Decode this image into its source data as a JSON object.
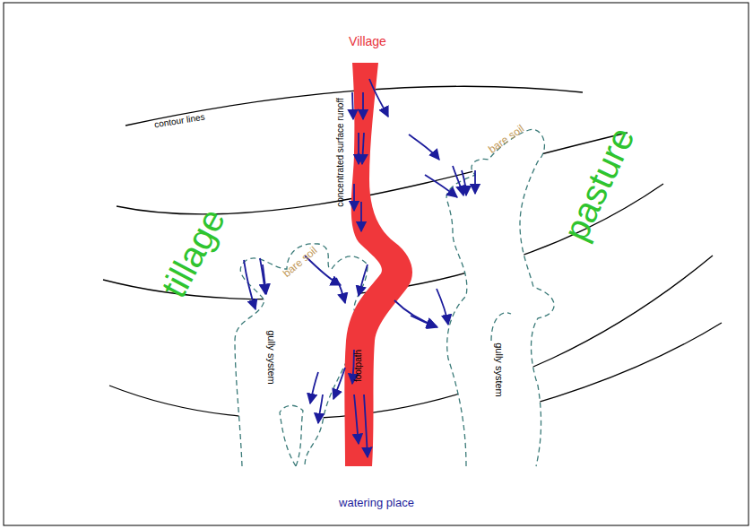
{
  "diagram": {
    "labels": [
      "Village",
      "contour lines",
      "concentrated surface runoff",
      "bare soil",
      "pasture",
      "tillage",
      "bare soil",
      "gully system",
      "footpath",
      "gully system",
      "watering place"
    ]
  }
}
